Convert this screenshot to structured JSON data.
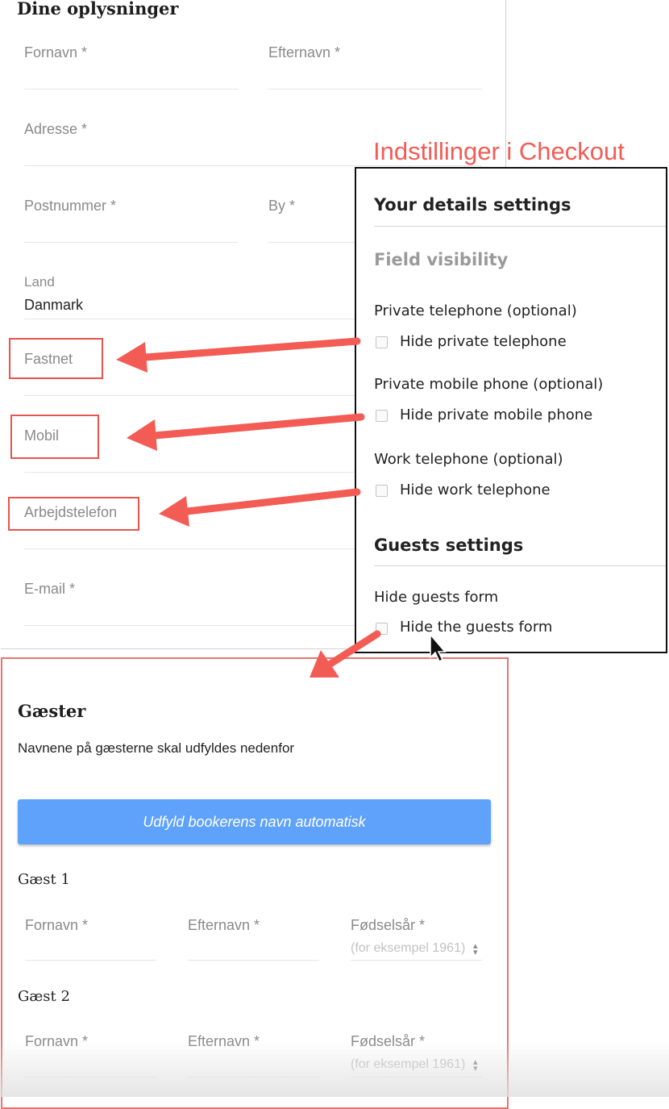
{
  "details": {
    "title": "Dine oplysninger",
    "first_name_label": "Fornavn *",
    "last_name_label": "Efternavn *",
    "address_label": "Adresse *",
    "postal_label": "Postnummer *",
    "city_label": "By *",
    "country_label": "Land",
    "country_value": "Danmark",
    "landline_label": "Fastnet",
    "mobile_label": "Mobil",
    "work_phone_label": "Arbejdstelefon",
    "email_label": "E-mail *"
  },
  "annotation": {
    "caption": "Indstillinger i Checkout",
    "color": "#f25c54"
  },
  "settings": {
    "title": "Your details settings",
    "field_visibility": "Field visibility",
    "private_telephone_label": "Private telephone (optional)",
    "hide_private_telephone": "Hide private telephone",
    "private_mobile_label": "Private mobile phone (optional)",
    "hide_private_mobile": "Hide private mobile phone",
    "work_telephone_label": "Work telephone (optional)",
    "hide_work_telephone": "Hide work telephone",
    "guests_title": "Guests settings",
    "hide_guests_label": "Hide guests form",
    "hide_guests_option": "Hide the guests form"
  },
  "guests": {
    "title": "Gæster",
    "description": "Navnene på gæsterne skal udfyldes nedenfor",
    "autofill_button": "Udfyld bookerens navn automatisk",
    "button_color": "#5fa2fb",
    "guest1": {
      "title": "Gæst 1",
      "first_name_label": "Fornavn *",
      "last_name_label": "Efternavn *",
      "birth_year_label": "Fødselsår *",
      "birth_year_placeholder": "(for eksempel 1961)"
    },
    "guest2": {
      "title": "Gæst 2",
      "first_name_label": "Fornavn *",
      "last_name_label": "Efternavn *",
      "birth_year_label": "Fødselsår *",
      "birth_year_placeholder": "(for eksempel 1961)"
    }
  }
}
